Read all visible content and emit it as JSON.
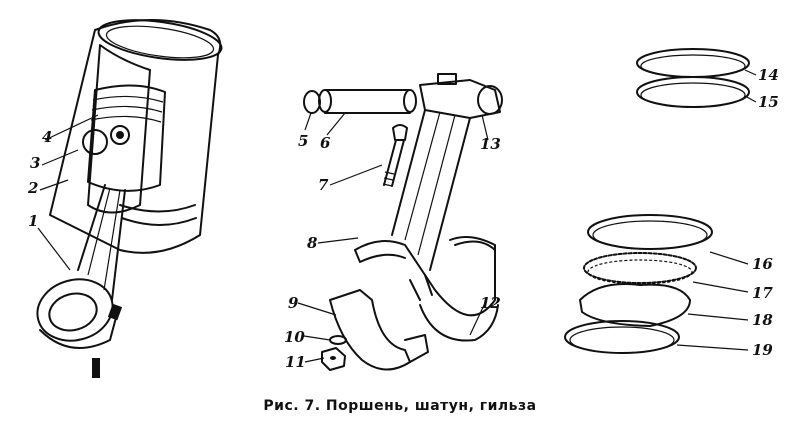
{
  "figure": {
    "caption": "Рис. 7. Поршень, шатун, гильза",
    "callouts": [
      "1",
      "2",
      "3",
      "4",
      "5",
      "6",
      "7",
      "8",
      "9",
      "10",
      "11",
      "12",
      "13",
      "14",
      "15",
      "16",
      "17",
      "18",
      "19"
    ]
  },
  "colors": {
    "ink": "#111111",
    "paper": "#ffffff"
  }
}
